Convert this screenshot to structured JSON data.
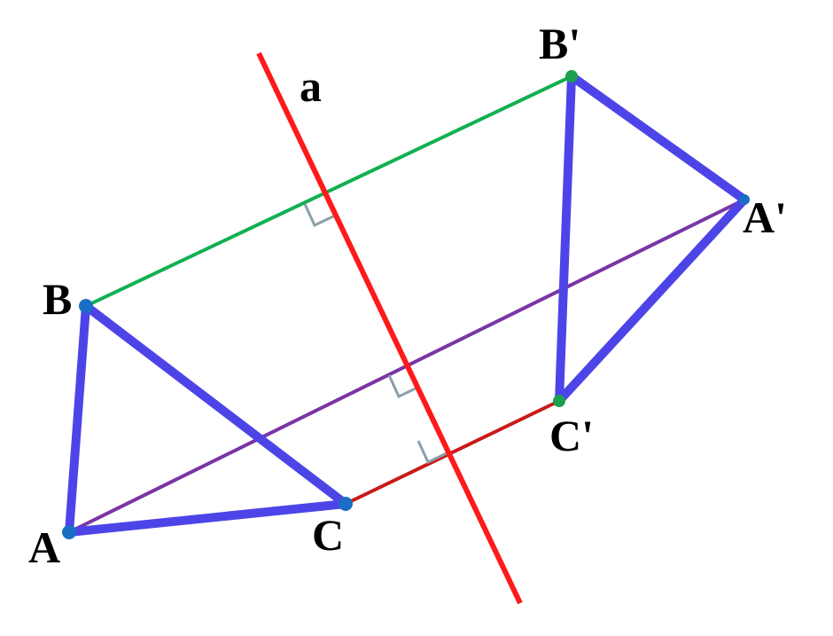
{
  "labels": {
    "A": "A",
    "B": "B",
    "C": "C",
    "A_prime": "A'",
    "B_prime": "B'",
    "C_prime": "C'",
    "axis": "a"
  },
  "colors": {
    "background": "#ffffff",
    "axis_line": "#ff1a1a",
    "triangle": "#4d44e8",
    "segment_B": "#10b050",
    "segment_A": "#7a35a5",
    "segment_C": "#c81a1a",
    "right_angle_mark": "#8aa0a8",
    "point_original": "#1a6fc4",
    "point_image": "#1aa050"
  }
}
